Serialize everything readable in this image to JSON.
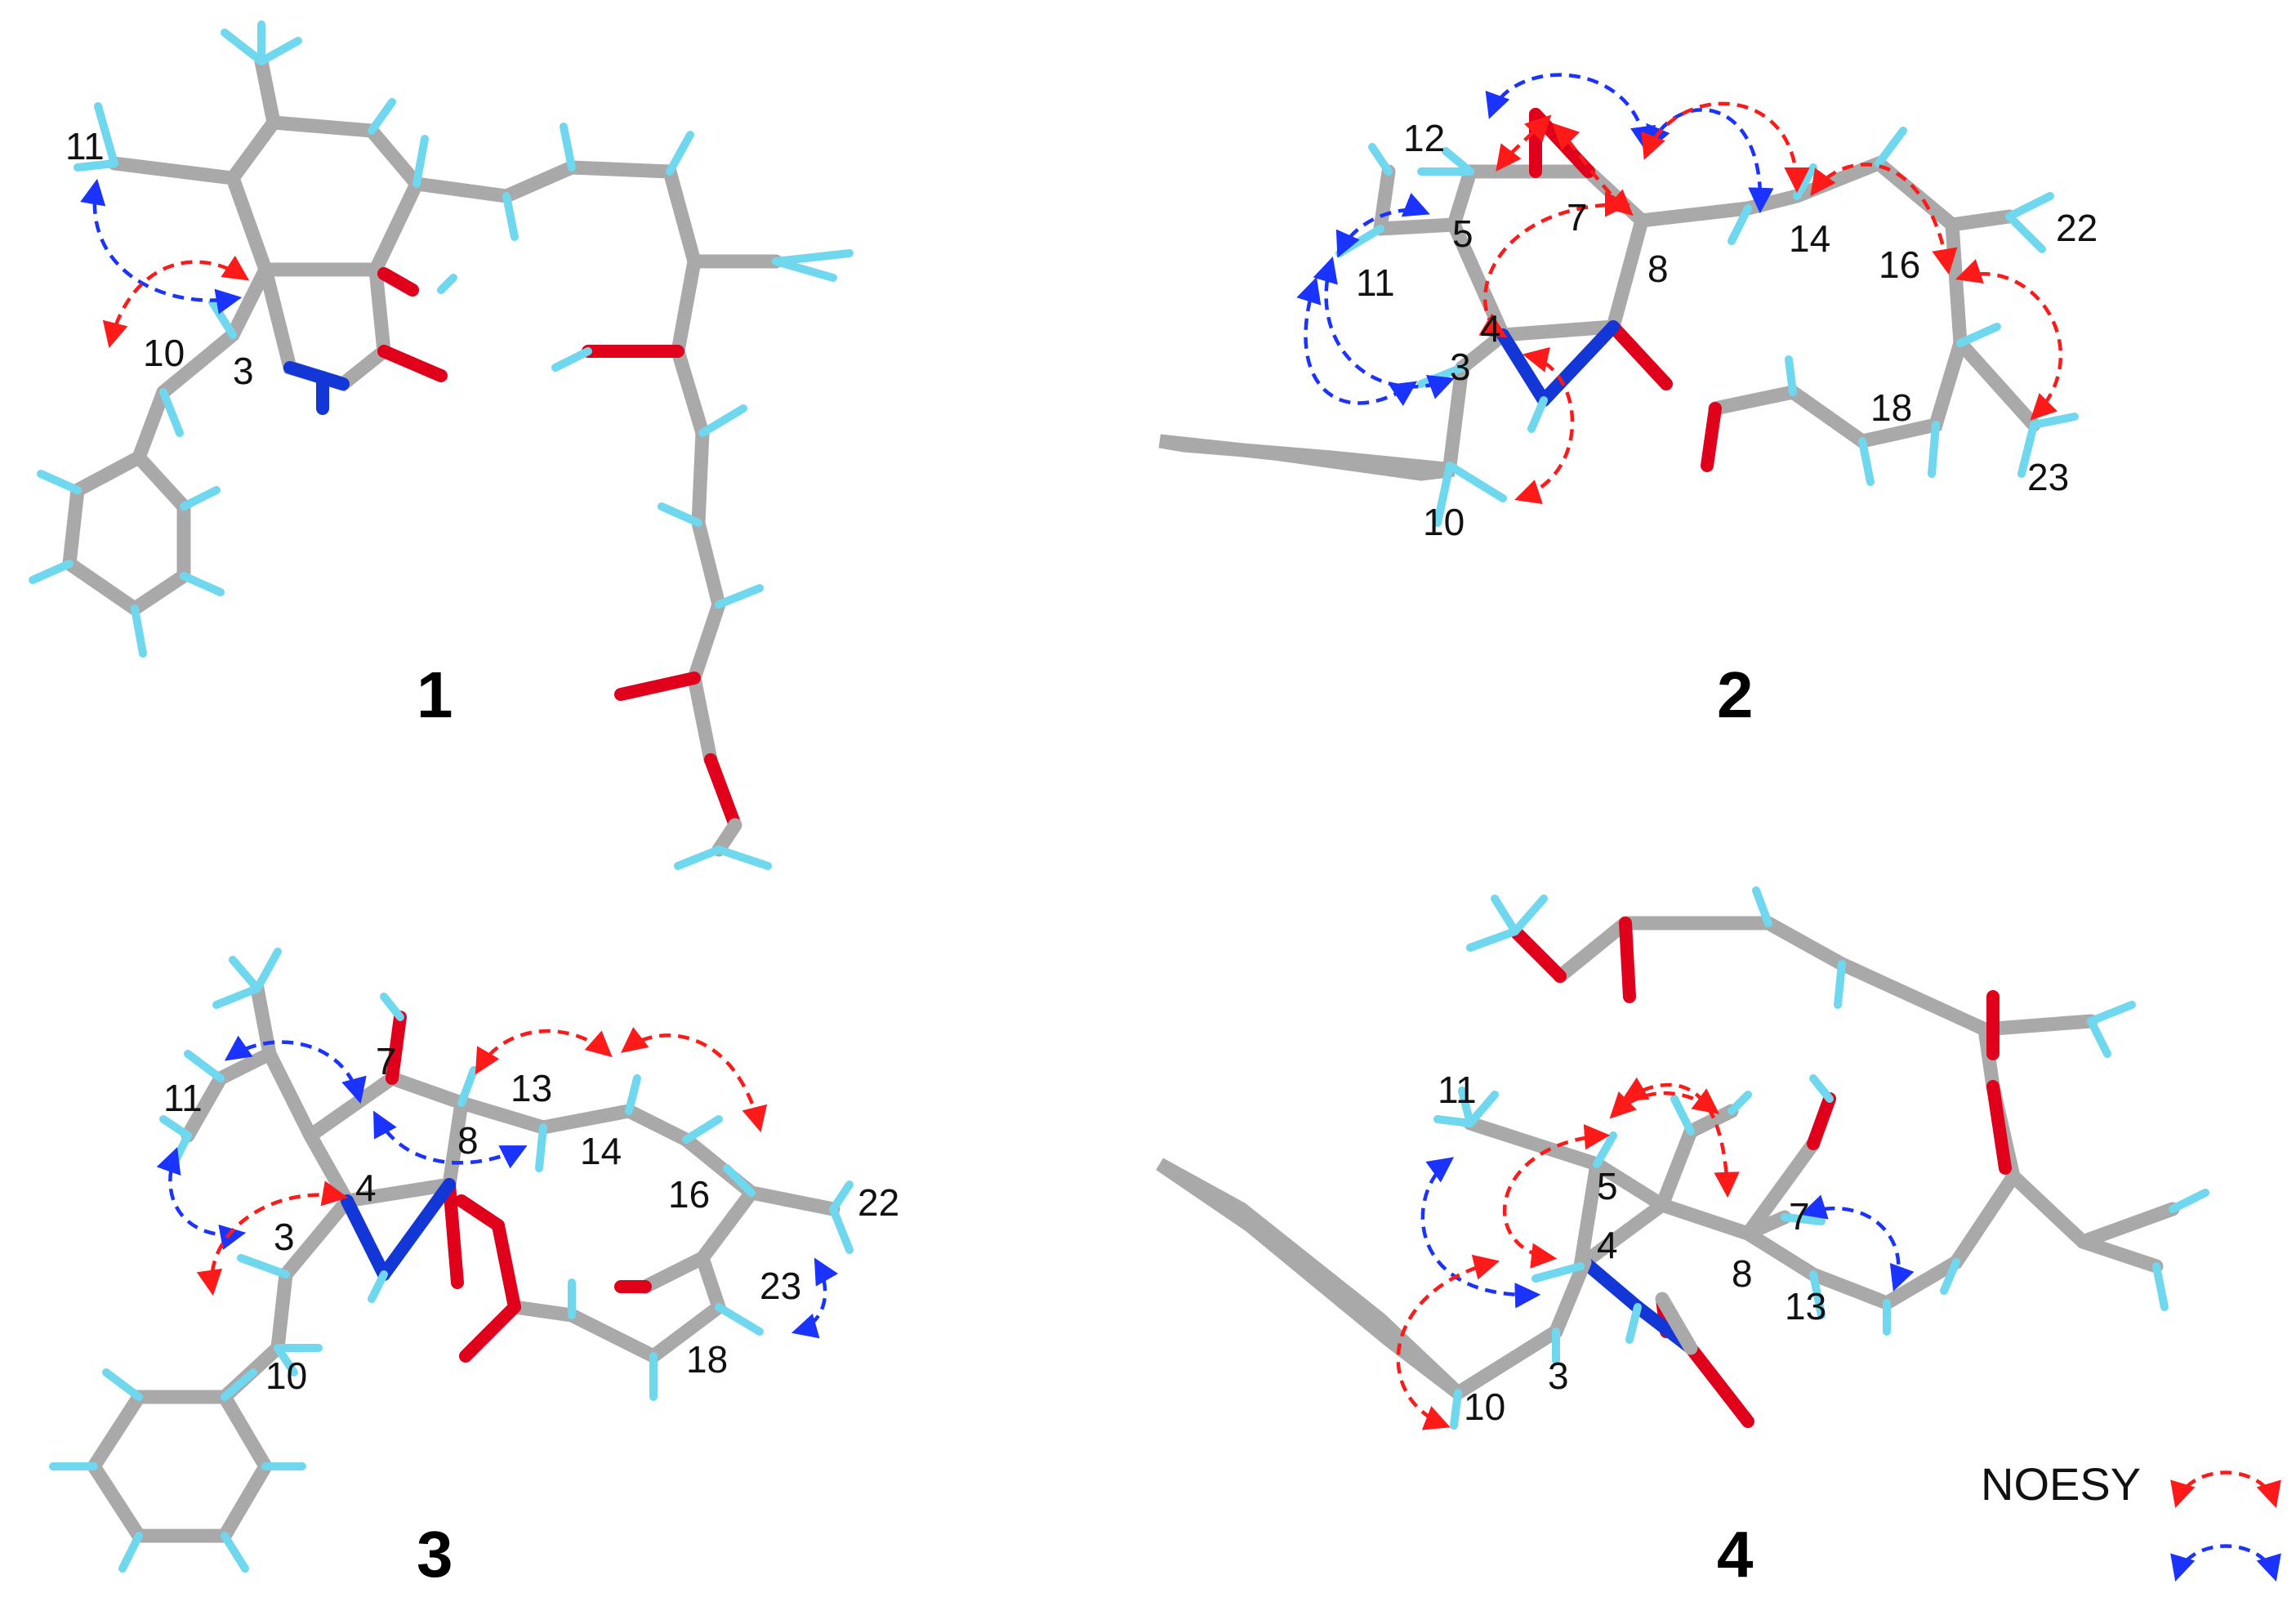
{
  "compounds": [
    {
      "id": "1",
      "labels": [
        "11",
        "10",
        "3"
      ]
    },
    {
      "id": "2",
      "labels": [
        "12",
        "5",
        "7",
        "8",
        "14",
        "16",
        "22",
        "11",
        "4",
        "3",
        "18",
        "23",
        "10"
      ]
    },
    {
      "id": "3",
      "labels": [
        "7",
        "13",
        "11",
        "8",
        "14",
        "4",
        "16",
        "22",
        "3",
        "23",
        "18",
        "10"
      ]
    },
    {
      "id": "4",
      "labels": [
        "11",
        "5",
        "7",
        "4",
        "8",
        "13",
        "3",
        "10"
      ]
    }
  ],
  "legend": {
    "label": "NOESY"
  },
  "colors": {
    "carbon": "#a9a9a9",
    "hydrogen": "#6fd8ee",
    "oxygen": "#e0001b",
    "nitrogen": "#1336d6",
    "noesy_red": "#ff1a1a",
    "noesy_blue": "#1a33ff"
  }
}
